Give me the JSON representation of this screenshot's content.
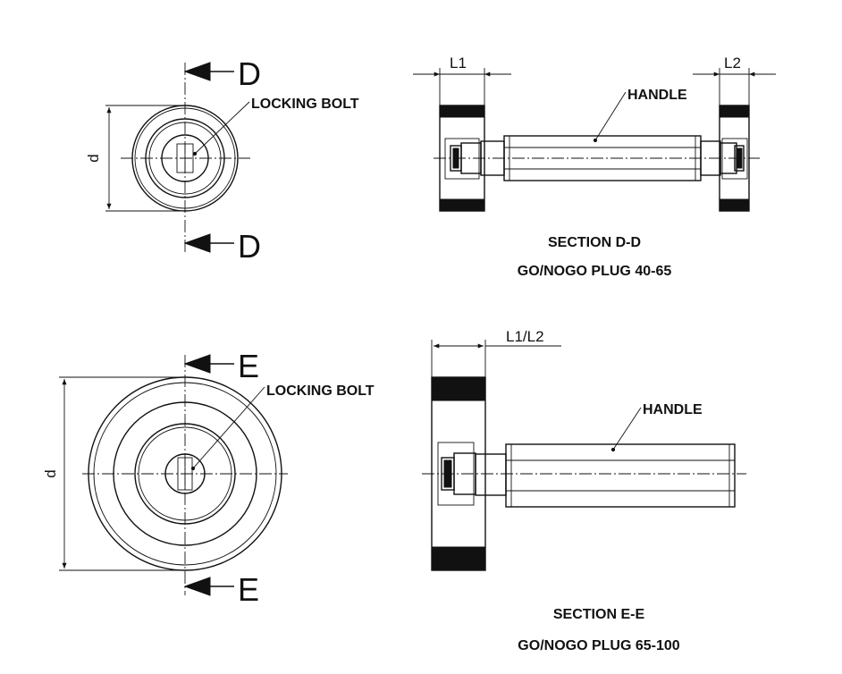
{
  "top": {
    "section_marker_top": "D",
    "section_marker_bottom": "D",
    "diameter_label": "d",
    "locking_bolt_label": "LOCKING BOLT",
    "dim_l1": "L1",
    "dim_l2": "L2",
    "handle_label": "HANDLE",
    "section_title": "SECTION D-D",
    "plug_title": "GO/NOGO PLUG 40-65"
  },
  "bottom": {
    "section_marker_top": "E",
    "section_marker_bottom": "E",
    "diameter_label": "d",
    "locking_bolt_label": "LOCKING BOLT",
    "dim_l1l2": "L1/L2",
    "handle_label": "HANDLE",
    "section_title": "SECTION E-E",
    "plug_title": "GO/NOGO PLUG 65-100"
  },
  "colors": {
    "ink": "#111111",
    "background": "#ffffff"
  }
}
